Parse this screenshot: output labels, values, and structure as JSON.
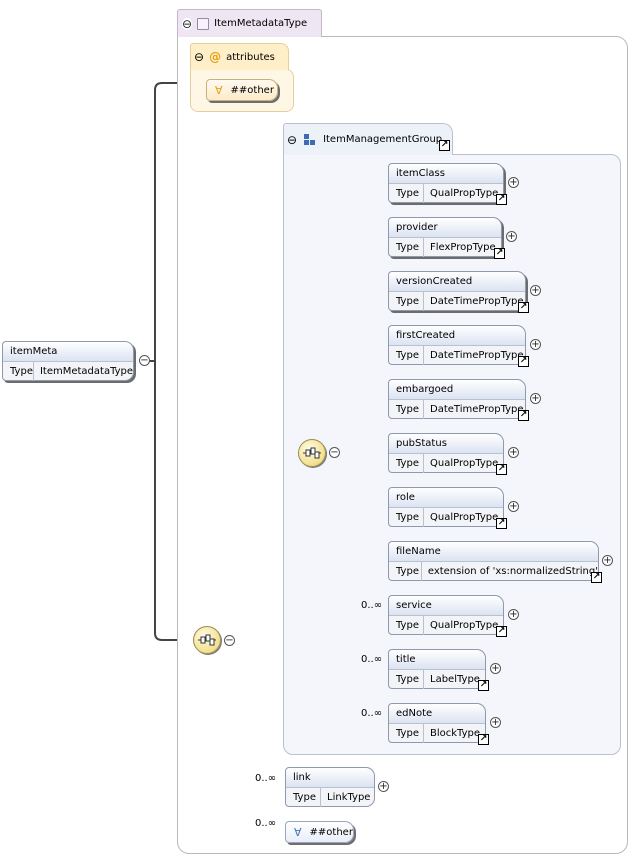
{
  "root": {
    "name": "itemMeta",
    "type_key": "Type",
    "type_value": "ItemMetadataType"
  },
  "complex_type": {
    "name": "ItemMetadataType"
  },
  "attributes": {
    "label": "attributes",
    "any_attribute": "##other"
  },
  "group": {
    "name": "ItemManagementGroup"
  },
  "group_elements": [
    {
      "name": "itemClass",
      "type_key": "Type",
      "type_value": "QualPropType",
      "cardinality": ""
    },
    {
      "name": "provider",
      "type_key": "Type",
      "type_value": "FlexPropType",
      "cardinality": ""
    },
    {
      "name": "versionCreated",
      "type_key": "Type",
      "type_value": "DateTimePropType",
      "cardinality": ""
    },
    {
      "name": "firstCreated",
      "type_key": "Type",
      "type_value": "DateTimePropType",
      "cardinality": ""
    },
    {
      "name": "embargoed",
      "type_key": "Type",
      "type_value": "DateTimePropType",
      "cardinality": ""
    },
    {
      "name": "pubStatus",
      "type_key": "Type",
      "type_value": "QualPropType",
      "cardinality": ""
    },
    {
      "name": "role",
      "type_key": "Type",
      "type_value": "QualPropType",
      "cardinality": ""
    },
    {
      "name": "fileName",
      "type_key": "Type",
      "type_value": "extension of 'xs:normalizedString'",
      "cardinality": ""
    },
    {
      "name": "service",
      "type_key": "Type",
      "type_value": "QualPropType",
      "cardinality": "0..∞"
    },
    {
      "name": "title",
      "type_key": "Type",
      "type_value": "LabelType",
      "cardinality": "0..∞"
    },
    {
      "name": "edNote",
      "type_key": "Type",
      "type_value": "BlockType",
      "cardinality": "0..∞"
    }
  ],
  "link": {
    "name": "link",
    "type_key": "Type",
    "type_value": "LinkType",
    "cardinality": "0..∞"
  },
  "any_element": {
    "label": "##other",
    "cardinality": "0..∞"
  },
  "symbols": {
    "collapse": "⊖",
    "expand": "+",
    "jump": "↗",
    "any": "∀"
  }
}
